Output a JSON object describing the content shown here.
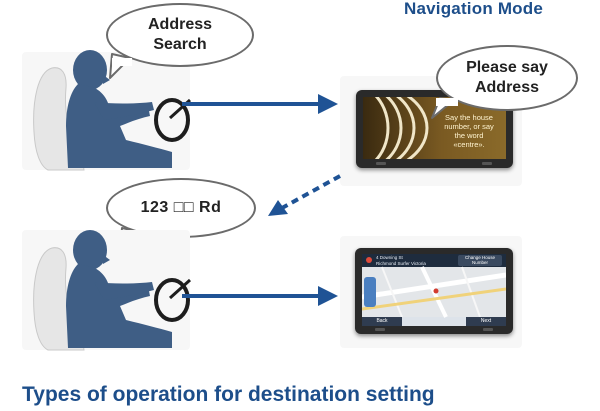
{
  "header": {
    "mode_title": "Navigation Mode"
  },
  "footer": {
    "title": "Types of operation for destination setting"
  },
  "bubbles": {
    "driver_top": {
      "line1": "Address",
      "line2": "Search"
    },
    "device_top": {
      "line1": "Please say",
      "line2": "Address"
    },
    "driver_bottom": {
      "text": "123 □□ Rd"
    }
  },
  "screen_top": {
    "prompt_line1": "Say the house",
    "prompt_line2": "number, or say",
    "prompt_line3": "the word",
    "prompt_line4": "«centre»."
  },
  "screen_bottom": {
    "route_line1": "4 Downing St",
    "route_line2": "Richmond Surfer Victoria",
    "change_label": "Change House",
    "change_label2": "Number",
    "back_label": "Back",
    "next_label": "Next"
  },
  "colors": {
    "arrow": "#1f5395",
    "silhouette": "#3f5e85",
    "title": "#1d4e8a"
  }
}
